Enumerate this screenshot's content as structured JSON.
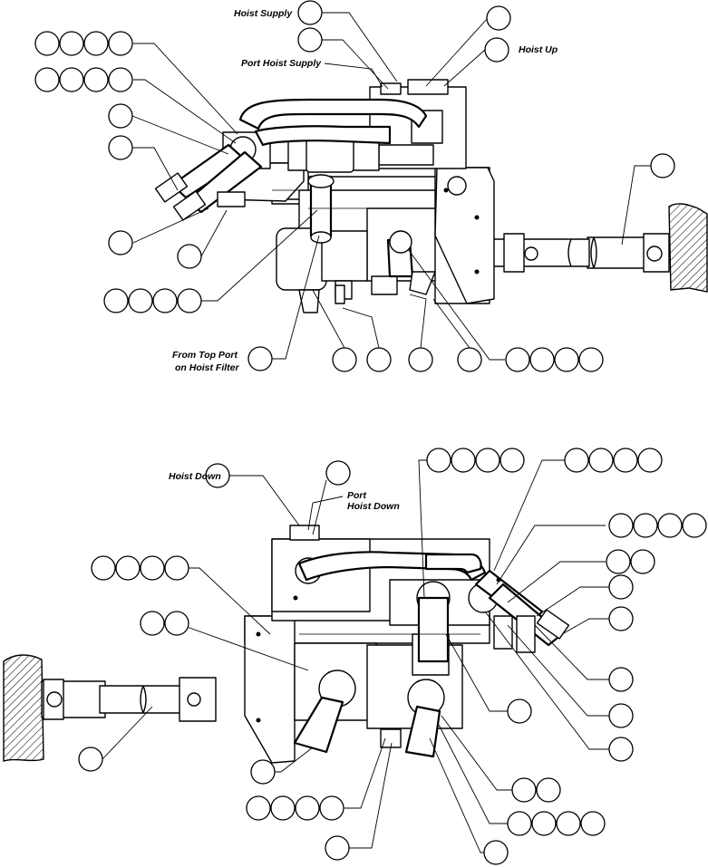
{
  "labels": {
    "hoist_supply": "Hoist Supply",
    "port_hoist_supply": "Port Hoist Supply",
    "hoist_up": "Hoist Up",
    "from_top_port": "From Top Port",
    "on_hoist_filter": "on Hoist Filter",
    "hoist_down": "Hoist Down",
    "port": "Port",
    "hoist_down_2": "Hoist Down"
  }
}
